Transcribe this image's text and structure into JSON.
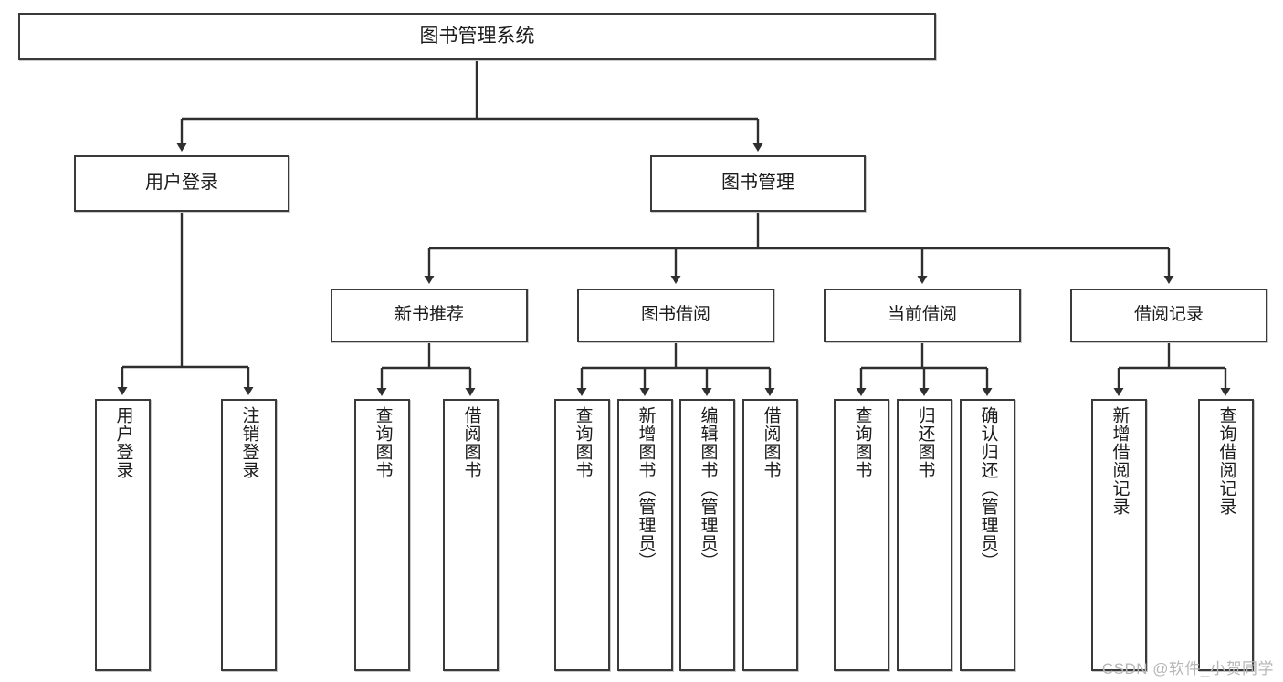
{
  "diagram": {
    "type": "tree-hierarchy",
    "title": "图书管理系统",
    "watermark": "CSDN @软件_小贺同学",
    "colors": {
      "box_border": "#3a3a3a",
      "box_fill": "#ffffff",
      "connector": "#2f2f2f",
      "text": "#1b1b1b",
      "watermark": "#b6b6b6",
      "shadow": "#c9c9c9"
    },
    "nodes": {
      "root": {
        "label": "图书管理系统"
      },
      "user_login": {
        "label": "用户登录"
      },
      "book_manage": {
        "label": "图书管理"
      },
      "new_book_rec": {
        "label": "新书推荐"
      },
      "book_borrow": {
        "label": "图书借阅"
      },
      "current_borrow": {
        "label": "当前借阅"
      },
      "borrow_record": {
        "label": "借阅记录"
      },
      "leaf_user_login": {
        "label": "用户登录"
      },
      "leaf_user_logout": {
        "label": "注销登录"
      },
      "leaf_query_book_1": {
        "label": "查询图书"
      },
      "leaf_borrow_book_1": {
        "label": "借阅图书"
      },
      "leaf_query_book_2": {
        "label": "查询图书"
      },
      "leaf_add_book_admin": {
        "label": "新增图书（管理员）"
      },
      "leaf_edit_book_admin": {
        "label": "编辑图书（管理员）"
      },
      "leaf_borrow_book_2": {
        "label": "借阅图书"
      },
      "leaf_query_book_3": {
        "label": "查询图书"
      },
      "leaf_return_book": {
        "label": "归还图书"
      },
      "leaf_confirm_return": {
        "label": "确认归还（管理员）"
      },
      "leaf_add_record": {
        "label": "新增借阅记录"
      },
      "leaf_query_record": {
        "label": "查询借阅记录"
      }
    },
    "edges": [
      {
        "from": "root",
        "to": "user_login"
      },
      {
        "from": "root",
        "to": "book_manage"
      },
      {
        "from": "user_login",
        "to": "leaf_user_login"
      },
      {
        "from": "user_login",
        "to": "leaf_user_logout"
      },
      {
        "from": "book_manage",
        "to": "new_book_rec"
      },
      {
        "from": "book_manage",
        "to": "book_borrow"
      },
      {
        "from": "book_manage",
        "to": "current_borrow"
      },
      {
        "from": "book_manage",
        "to": "borrow_record"
      },
      {
        "from": "new_book_rec",
        "to": "leaf_query_book_1"
      },
      {
        "from": "new_book_rec",
        "to": "leaf_borrow_book_1"
      },
      {
        "from": "book_borrow",
        "to": "leaf_query_book_2"
      },
      {
        "from": "book_borrow",
        "to": "leaf_add_book_admin"
      },
      {
        "from": "book_borrow",
        "to": "leaf_edit_book_admin"
      },
      {
        "from": "book_borrow",
        "to": "leaf_borrow_book_2"
      },
      {
        "from": "current_borrow",
        "to": "leaf_query_book_3"
      },
      {
        "from": "current_borrow",
        "to": "leaf_return_book"
      },
      {
        "from": "current_borrow",
        "to": "leaf_confirm_return"
      },
      {
        "from": "borrow_record",
        "to": "leaf_add_record"
      },
      {
        "from": "borrow_record",
        "to": "leaf_query_record"
      }
    ]
  }
}
